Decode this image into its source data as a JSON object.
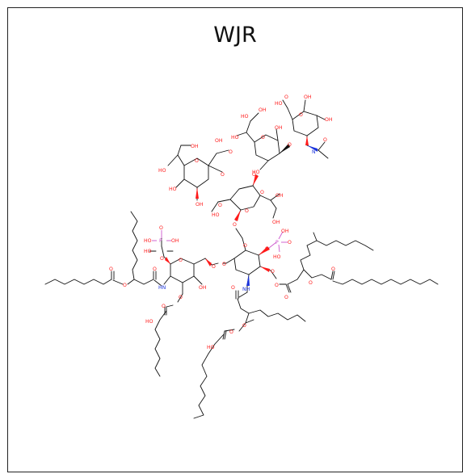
{
  "title": "WJR",
  "atom_labels": {
    "ho": "HO",
    "oh": "OH",
    "o": "O",
    "nh": "NH",
    "hn": "HN",
    "p": "P",
    "n": "N"
  }
}
